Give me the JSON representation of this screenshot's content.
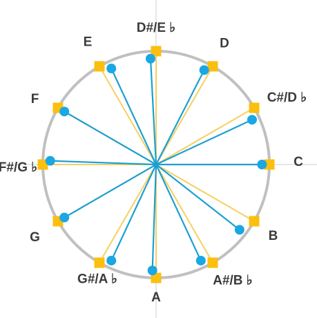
{
  "diagram": {
    "notes": [
      {
        "id": "A",
        "label": "A",
        "square_deg": 90,
        "circle_deg": 92
      },
      {
        "id": "As",
        "label": "A#/B ♭",
        "square_deg": 60,
        "circle_deg": 65
      },
      {
        "id": "B",
        "label": "B",
        "square_deg": 30,
        "circle_deg": 38
      },
      {
        "id": "C",
        "label": "C",
        "square_deg": 0,
        "circle_deg": 0
      },
      {
        "id": "Cs",
        "label": "C#/D ♭",
        "square_deg": -30,
        "circle_deg": -25
      },
      {
        "id": "D",
        "label": "D",
        "square_deg": -60,
        "circle_deg": -63
      },
      {
        "id": "Ds",
        "label": "D#/E ♭",
        "square_deg": -90,
        "circle_deg": -93
      },
      {
        "id": "E",
        "label": "E",
        "square_deg": -120,
        "circle_deg": -115
      },
      {
        "id": "F",
        "label": "F",
        "square_deg": -150,
        "circle_deg": -150
      },
      {
        "id": "Fs",
        "label": "F#/G ♭",
        "square_deg": 180,
        "circle_deg": -178
      },
      {
        "id": "G",
        "label": "G",
        "square_deg": 150,
        "circle_deg": 150
      },
      {
        "id": "Gs",
        "label": "G#/A ♭",
        "square_deg": 120,
        "circle_deg": 115
      }
    ],
    "colors": {
      "circle": "#c0c0c0",
      "axis": "#cfcfcf",
      "square": "#fbbf0f",
      "square_line": "#f7cf60",
      "dot": "#1aa7e3",
      "dot_line": "#1b9fd2",
      "label": "#3a3a3a"
    }
  }
}
